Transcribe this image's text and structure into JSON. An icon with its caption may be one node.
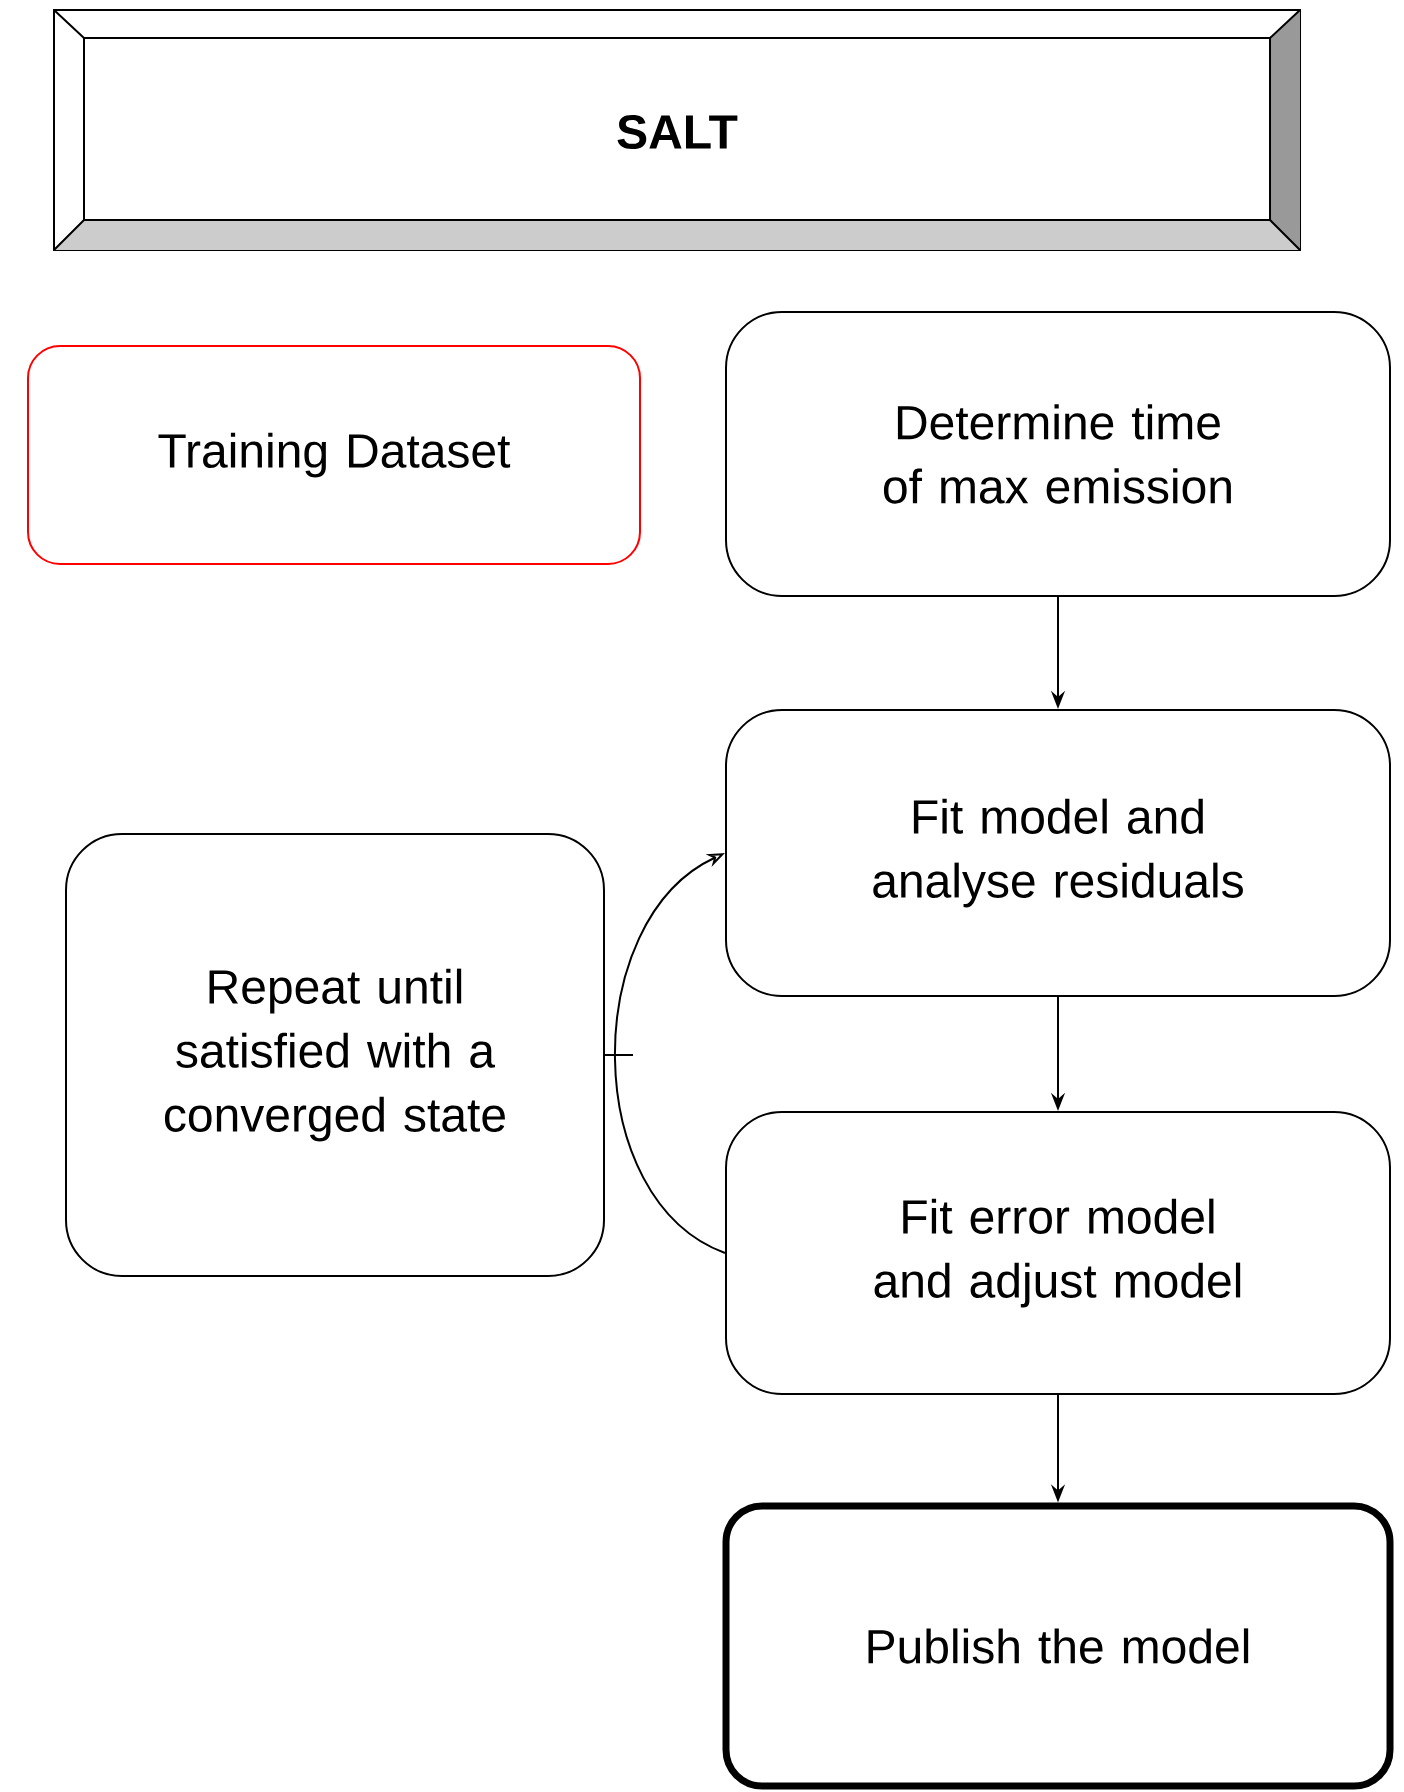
{
  "diagram": {
    "nodes": [
      {
        "text": [
          "SALT"
        ]
      },
      {
        "text": [
          "Training Dataset"
        ]
      },
      {
        "text": [
          "Determine time of max emission"
        ]
      },
      {
        "text": [
          "Fit model and analyse residuals"
        ]
      },
      {
        "text": [
          "Repeat until satisfied with a converged state"
        ]
      },
      {
        "text": [
          "Fit error model and adjust model"
        ]
      },
      {
        "text": [
          "Publish the model"
        ]
      }
    ],
    "edges": [
      {
        "from": 2,
        "to": 3,
        "arrow": "to"
      },
      {
        "from": 3,
        "to": 5,
        "arrow": "to"
      },
      {
        "from": 5,
        "to": 6,
        "arrow": "to"
      },
      {
        "from": 5,
        "to": 3,
        "arrow": "to"
      },
      {
        "from": 4,
        "to": null,
        "arrow": "none"
      }
    ]
  }
}
